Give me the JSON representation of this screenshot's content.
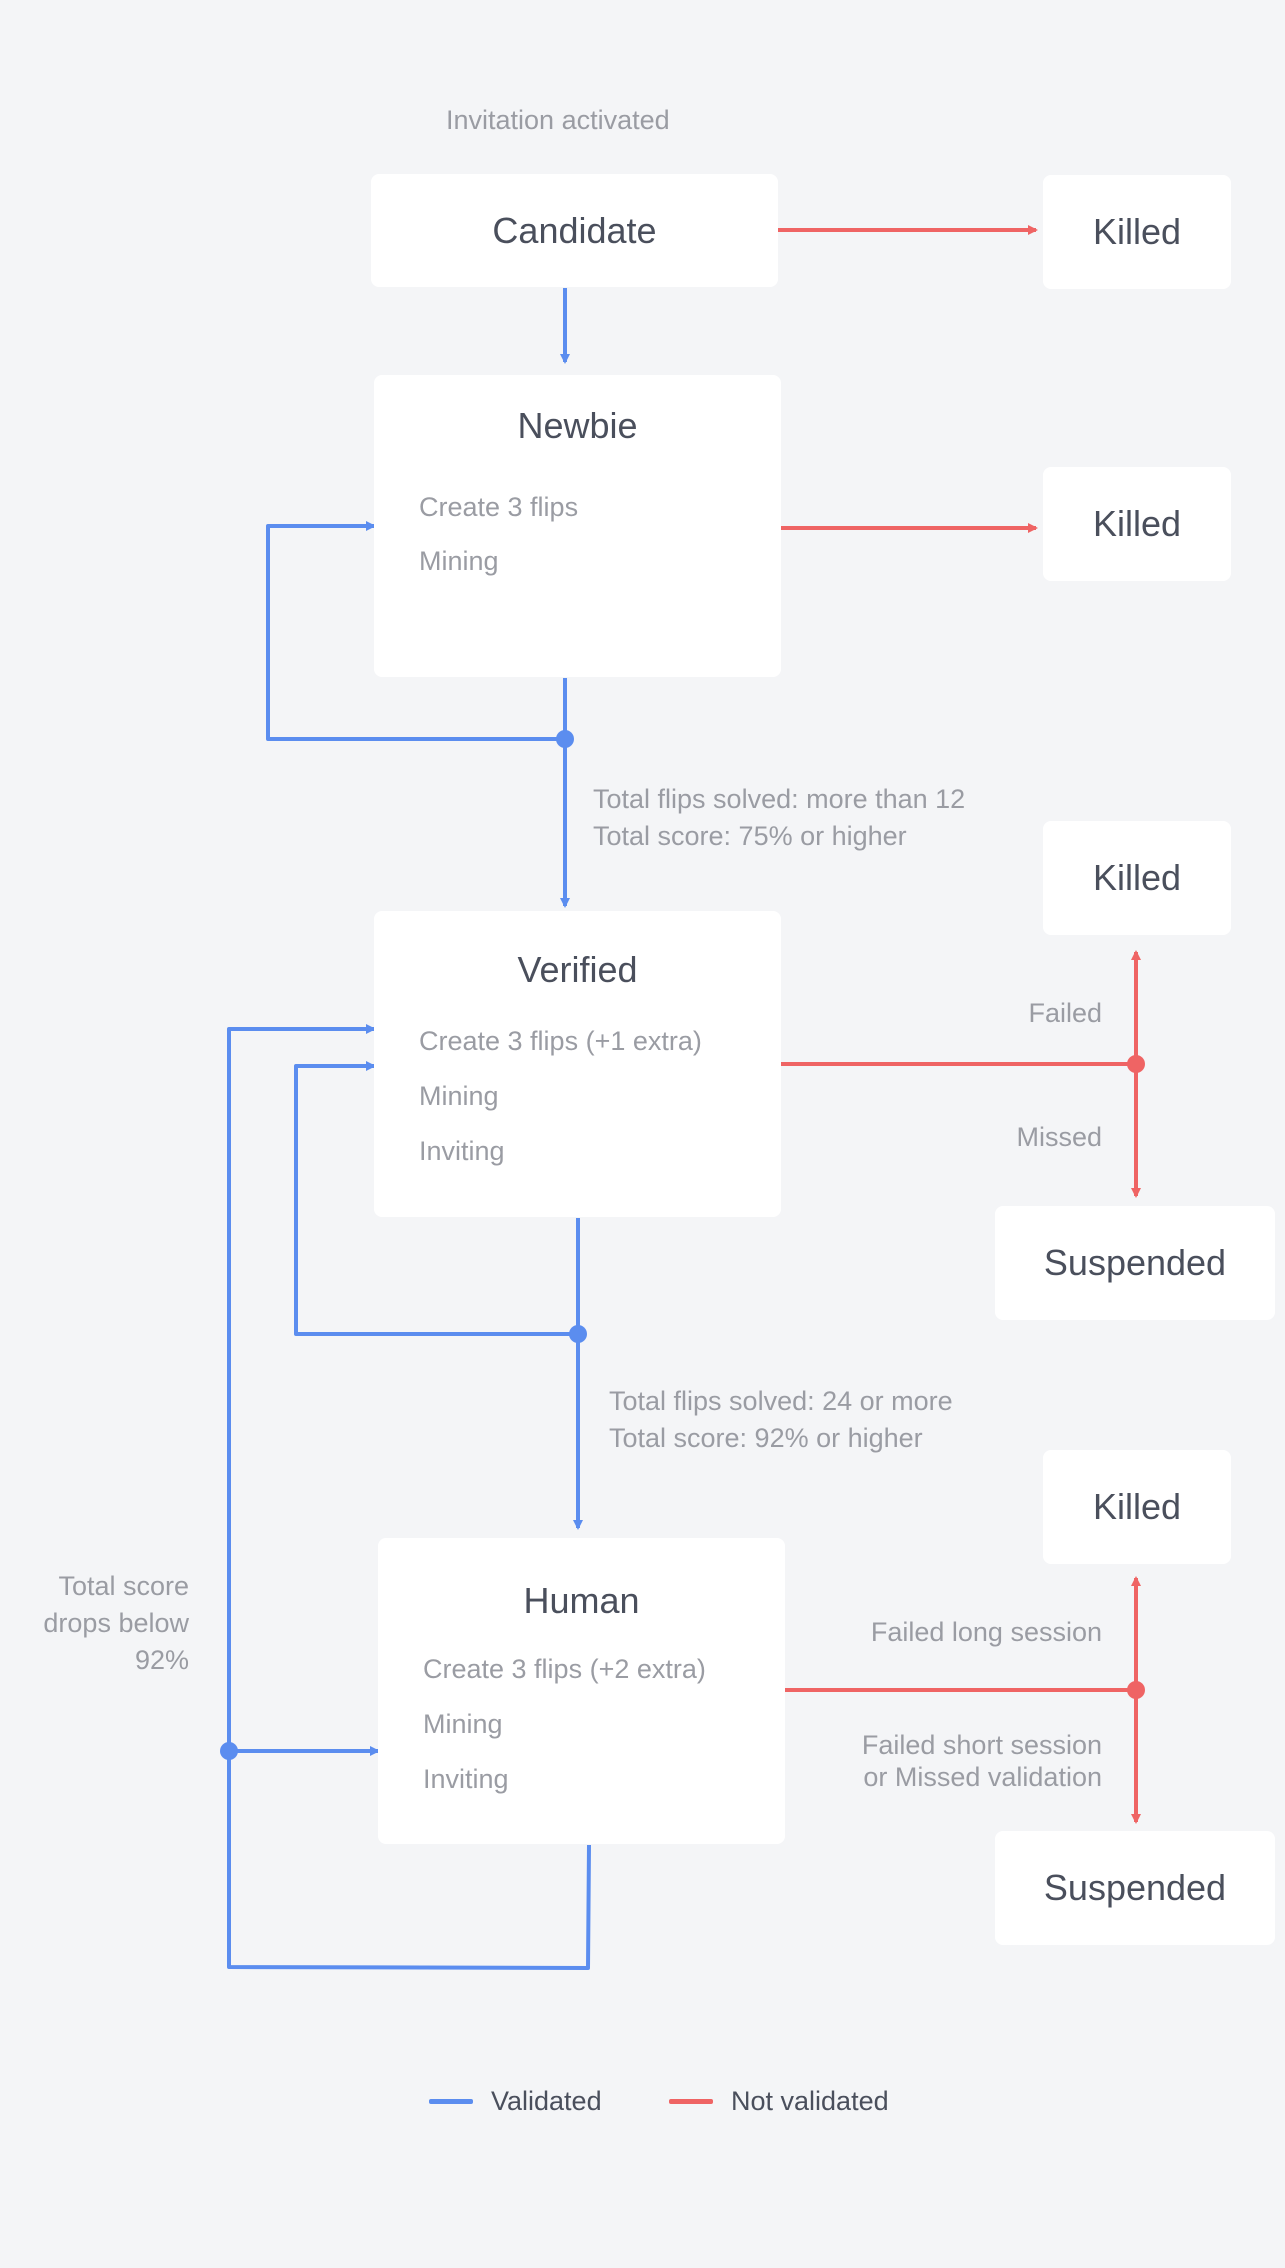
{
  "colors": {
    "validated": "#5b8def",
    "not_validated": "#ef6464",
    "box": "#ffffff",
    "background": "#f4f5f7",
    "title": "#4a4f5c",
    "text": "#9a9ca3"
  },
  "top_label": "Invitation activated",
  "states": {
    "candidate": {
      "title": "Candidate"
    },
    "newbie": {
      "title": "Newbie",
      "items": [
        "Create 3 flips",
        "Mining"
      ]
    },
    "verified": {
      "title": "Verified",
      "items": [
        "Create 3 flips (+1 extra)",
        "Mining",
        "Inviting"
      ]
    },
    "human": {
      "title": "Human",
      "items": [
        "Create 3 flips (+2 extra)",
        "Mining",
        "Inviting"
      ]
    },
    "killed_1": {
      "title": "Killed"
    },
    "killed_2": {
      "title": "Killed"
    },
    "killed_3": {
      "title": "Killed"
    },
    "killed_4": {
      "title": "Killed"
    },
    "suspended_1": {
      "title": "Suspended"
    },
    "suspended_2": {
      "title": "Suspended"
    }
  },
  "transitions": {
    "newbie_to_verified": [
      "Total flips solved: more than 12",
      "Total score: 75% or higher"
    ],
    "verified_to_human": [
      "Total flips solved: 24 or more",
      "Total score: 92% or higher"
    ],
    "verified_failed": "Failed",
    "verified_missed": "Missed",
    "human_failed_long": "Failed long session",
    "human_failed_short": [
      "Failed short session",
      "or Missed validation"
    ],
    "human_score_drop": [
      "Total score",
      "drops below",
      "92%"
    ]
  },
  "legend": {
    "validated": "Validated",
    "not_validated": "Not validated"
  }
}
